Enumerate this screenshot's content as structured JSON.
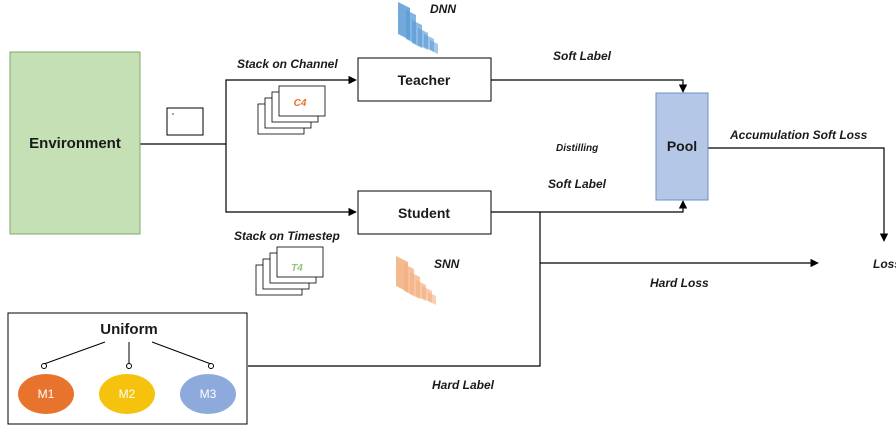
{
  "nodes": {
    "environment": "Environment",
    "teacher": "Teacher",
    "student": "Student",
    "pool": "Pool",
    "uniform": "Uniform"
  },
  "models": [
    {
      "label": "M1",
      "color": "#e8732c"
    },
    {
      "label": "M2",
      "color": "#f5c20d"
    },
    {
      "label": "M3",
      "color": "#8ea9db"
    }
  ],
  "edge_labels": {
    "stack_on_channel": "Stack on Channel",
    "stack_on_timestep": "Stack on Timestep",
    "dnn": "DNN",
    "snn": "SNN",
    "soft_label_teacher": "Soft Label",
    "soft_label_student": "Soft Label",
    "distilling": "Distilling",
    "accumulation_soft_loss": "Accumulation Soft Loss",
    "hard_loss": "Hard Loss",
    "hard_label": "Hard Label",
    "loss": "Loss"
  },
  "stack_tags": {
    "channel": "C4",
    "timestep": "T4"
  },
  "colors": {
    "environment_fill": "#c5e0b4",
    "environment_stroke": "#7faa6a",
    "pool_fill": "#b4c7e7",
    "pool_stroke": "#6f8fc0",
    "dnn": "#5b9bd5",
    "snn": "#f4b183",
    "c4_tag": "#e8732c",
    "t4_tag": "#92c47d"
  }
}
